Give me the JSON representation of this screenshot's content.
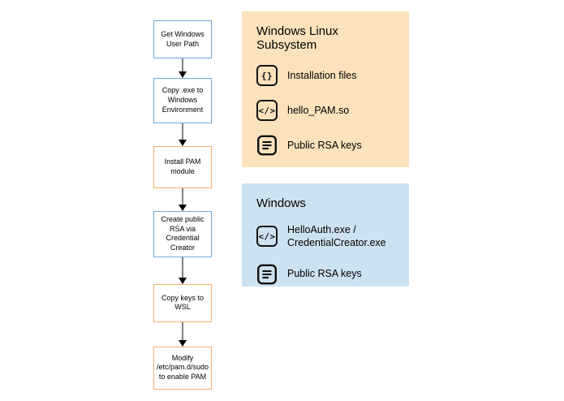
{
  "colors": {
    "box-blue": "#6fa8dc",
    "box-orange": "#f6b26b",
    "panel-orange": "#fbe2bd",
    "panel-blue": "#cde2f1",
    "ink": "#000000"
  },
  "icons": {
    "braces_glyph": "{}",
    "code_glyph": "</>"
  },
  "flowchart": {
    "steps": [
      {
        "label": "Get Windows User Path",
        "variant": "blue"
      },
      {
        "label": "Copy .exe to Windows Environment",
        "variant": "blue"
      },
      {
        "label": "Install PAM module",
        "variant": "orange"
      },
      {
        "label": "Create public RSA via Credential Creator",
        "variant": "blue"
      },
      {
        "label": "Copy keys to WSL",
        "variant": "orange"
      },
      {
        "label": "Modify /etc/pam.d/sudo to enable PAM",
        "variant": "orange"
      }
    ]
  },
  "panels": {
    "wsl": {
      "title": "Windows Linux Subsystem",
      "items": [
        {
          "icon": "braces-icon",
          "label": "Installation files"
        },
        {
          "icon": "code-icon",
          "label": "hello_PAM.so"
        },
        {
          "icon": "document-icon",
          "label": "Public RSA keys"
        }
      ]
    },
    "windows": {
      "title": "Windows",
      "items": [
        {
          "icon": "code-icon",
          "label": "HelloAuth.exe / CredentialCreator.exe"
        },
        {
          "icon": "document-icon",
          "label": "Public RSA keys"
        }
      ]
    }
  }
}
